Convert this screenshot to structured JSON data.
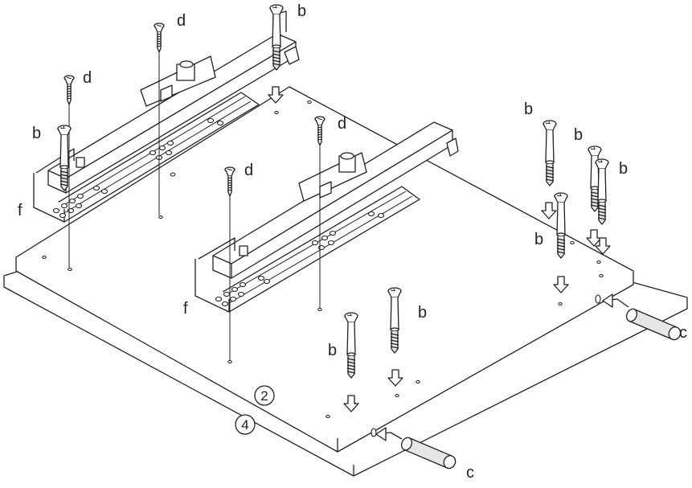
{
  "diagram": {
    "labels": {
      "b": "b",
      "c": "c",
      "d": "d",
      "f": "f"
    },
    "panel_numbers": {
      "top_panel": "2",
      "bottom_panel": "4"
    },
    "colors": {
      "line": "#231f20",
      "fill": "#ffffff",
      "shade": "#e6e6e6"
    }
  }
}
